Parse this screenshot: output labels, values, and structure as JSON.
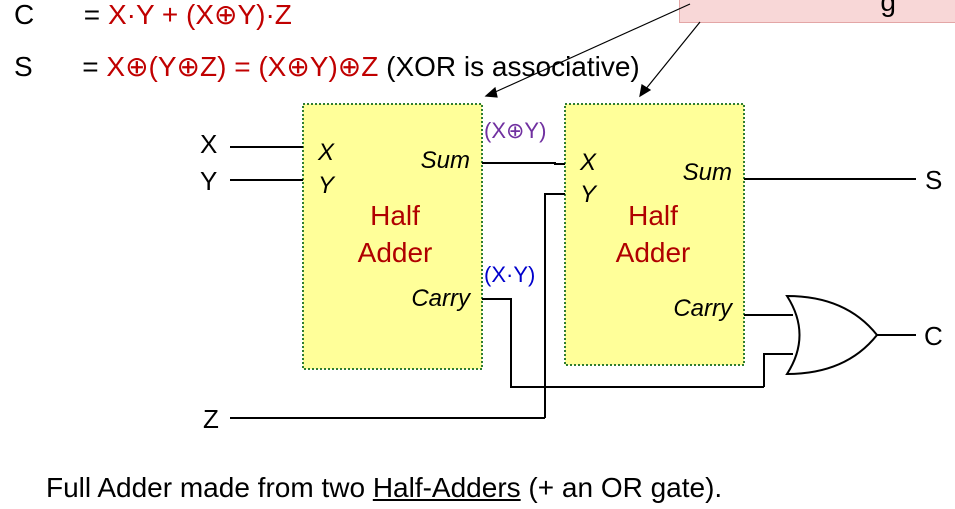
{
  "equations": {
    "c_lhs": "C",
    "c_eq": "=",
    "c_rhs": "X·Y + (X⊕Y)·Z",
    "s_lhs": "S",
    "s_eq": "=",
    "s_rhs_1": "X⊕(Y⊕Z) = (X⊕Y)⊕Z",
    "s_note": "(XOR is associative)"
  },
  "callout": {
    "text": "g"
  },
  "diagram": {
    "inputs": {
      "x": "X",
      "y": "Y",
      "z": "Z"
    },
    "outputs": {
      "s": "S",
      "c": "C"
    },
    "half_adder_1": {
      "title_line1": "Half",
      "title_line2": "Adder",
      "in_x": "X",
      "in_y": "Y",
      "out_sum": "Sum",
      "out_carry": "Carry"
    },
    "half_adder_2": {
      "title_line1": "Half",
      "title_line2": "Adder",
      "in_x": "X",
      "in_y": "Y",
      "out_sum": "Sum",
      "out_carry": "Carry"
    },
    "wire_labels": {
      "xor": "(X⊕Y)",
      "and": "(X·Y)"
    },
    "colors": {
      "box_fill": "#ffff99",
      "box_border": "#2e7d32",
      "title": "#b00000",
      "xor_label": "#7030a0",
      "and_label": "#0000cc"
    }
  },
  "caption": {
    "prefix": "Full Adder made from two ",
    "link": "Half-Adders",
    "suffix": " (+ an OR gate)."
  }
}
